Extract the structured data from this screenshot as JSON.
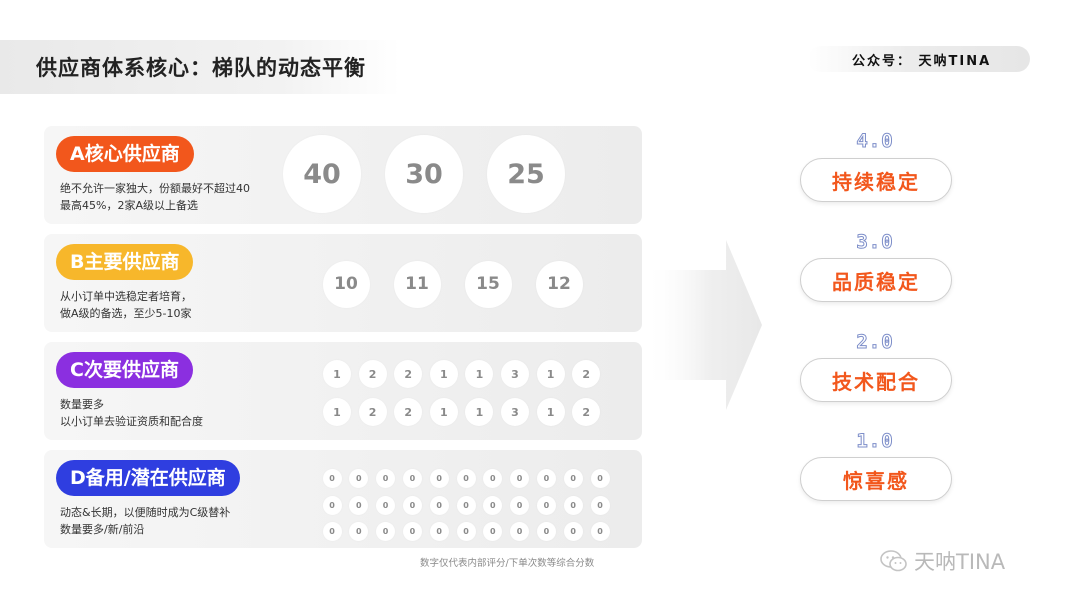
{
  "header": {
    "title": "供应商体系核心：梯队的动态平衡",
    "account": "公众号： 天呐TINA"
  },
  "tiers": [
    {
      "label": "A核心供应商",
      "color": "#f2571c",
      "desc": [
        "绝不允许一家独大，份额最好不超过40",
        "最高45%，2家A级以上备选"
      ],
      "rows": [
        [
          "40",
          "30",
          "25"
        ]
      ]
    },
    {
      "label": "B主要供应商",
      "color": "#f7b72b",
      "desc": [
        "从小订单中选稳定者培育，",
        "做A级的备选，至少5-10家"
      ],
      "rows": [
        [
          "10",
          "11",
          "15",
          "12"
        ]
      ]
    },
    {
      "label": "C次要供应商",
      "color": "#8b2fe0",
      "desc": [
        "数量要多",
        "以小订单去验证资质和配合度"
      ],
      "rows": [
        [
          "1",
          "2",
          "2",
          "1",
          "1",
          "3",
          "1",
          "2"
        ],
        [
          "1",
          "2",
          "2",
          "1",
          "1",
          "3",
          "1",
          "2"
        ]
      ]
    },
    {
      "label": "D备用/潜在供应商",
      "color": "#2f3ee0",
      "desc": [
        "动态&长期，以便随时成为C级替补",
        "数量要多/新/前沿"
      ],
      "rows": [
        [
          "0",
          "0",
          "0",
          "0",
          "0",
          "0",
          "0",
          "0",
          "0",
          "0",
          "0"
        ],
        [
          "0",
          "0",
          "0",
          "0",
          "0",
          "0",
          "0",
          "0",
          "0",
          "0",
          "0"
        ],
        [
          "0",
          "0",
          "0",
          "0",
          "0",
          "0",
          "0",
          "0",
          "0",
          "0",
          "0"
        ]
      ]
    }
  ],
  "levels": [
    {
      "num": "4.0",
      "label": "持续稳定"
    },
    {
      "num": "3.0",
      "label": "品质稳定"
    },
    {
      "num": "2.0",
      "label": "技术配合"
    },
    {
      "num": "1.0",
      "label": "惊喜感"
    }
  ],
  "footnote": "数字仅代表内部评分/下单次数等综合分数",
  "watermark": {
    "text": "天呐TINA",
    "icon": "wechat-icon"
  }
}
